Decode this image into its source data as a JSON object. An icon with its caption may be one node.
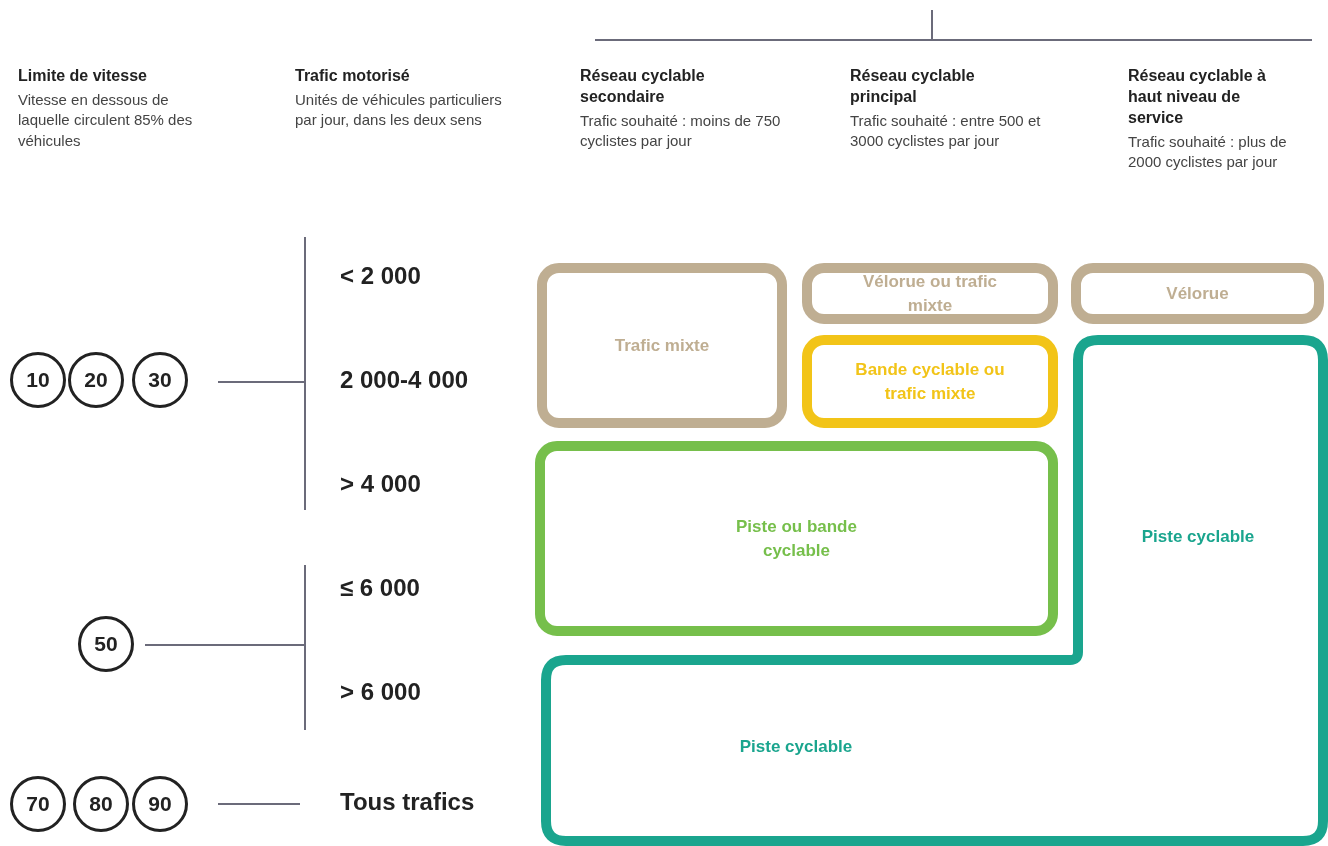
{
  "diagram": {
    "nodes": [
      {
        "text": [
          "Trafic mixte"
        ]
      },
      {
        "text": [
          "Vélorue ou trafic mixte"
        ]
      },
      {
        "text": [
          "Vélorue"
        ]
      },
      {
        "text": [
          "Bande cyclable ou trafic mixte"
        ]
      },
      {
        "text": [
          "Piste cyclable",
          "Piste cyclable"
        ]
      },
      {
        "text": [
          "10"
        ]
      },
      {
        "text": [
          "20"
        ]
      },
      {
        "text": [
          "30"
        ]
      },
      {
        "text": [
          "Piste ou bande cyclable"
        ]
      },
      {
        "text": [
          "50"
        ]
      },
      {
        "text": [
          "70"
        ]
      },
      {
        "text": [
          "80"
        ]
      },
      {
        "text": [
          "90"
        ]
      }
    ],
    "labels": [
      "Limite de vitesse",
      "Vitesse en dessous de laquelle circulent 85% des véhicules",
      "Trafic motorisé",
      "Unités de véhicules particuliers par jour, dans les deux sens",
      "Réseau cyclable secondaire",
      "Trafic souhaité : moins de 750 cyclistes par jour",
      "Réseau cyclable principal",
      "Trafic souhaité : entre 500 et 3000 cyclistes par jour",
      "Réseau cyclable à haut niveau de service",
      "Trafic souhaité : plus de 2000 cyclistes par jour",
      "< 2 000",
      "2 000-4 000",
      "> 4 000",
      "≤ 6 000",
      "> 6 000",
      "Tous trafics"
    ]
  }
}
